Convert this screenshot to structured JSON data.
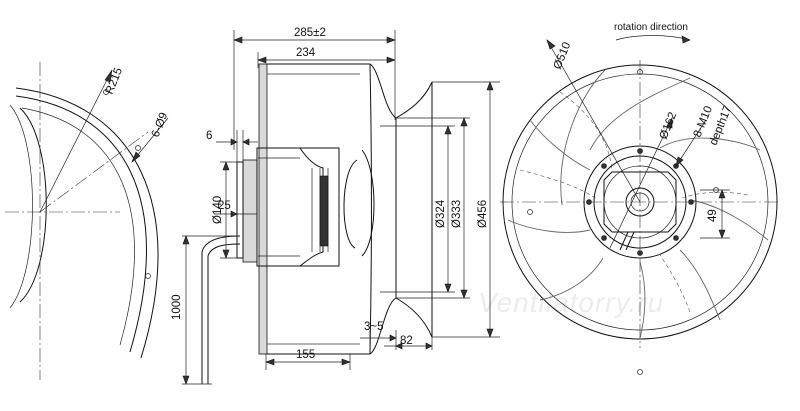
{
  "side_view": {
    "dim_radius": "R215",
    "dim_holes": "6-Ø9"
  },
  "front_view": {
    "dim_overall_length": "285±2",
    "dim_impeller_length": "234",
    "dim_flange_thickness": "6",
    "dim_motor_diameter": "Ø140",
    "dim_offset": "25",
    "dim_cable_length": "1000",
    "dim_bottom_length": "155",
    "dim_gap": "3~5",
    "dim_inlet_depth": "82",
    "dim_d1": "Ø324",
    "dim_d2": "Ø333",
    "dim_d3": "Ø456"
  },
  "rear_view": {
    "rotation_label": "rotation direction",
    "dim_outer_diameter": "Ø510",
    "dim_hub_diameter": "Ø162",
    "dim_threads": "8-M10",
    "dim_thread_depth": "depth17",
    "dim_offset_49": "49"
  },
  "watermark": "Ventilatorry.ru"
}
